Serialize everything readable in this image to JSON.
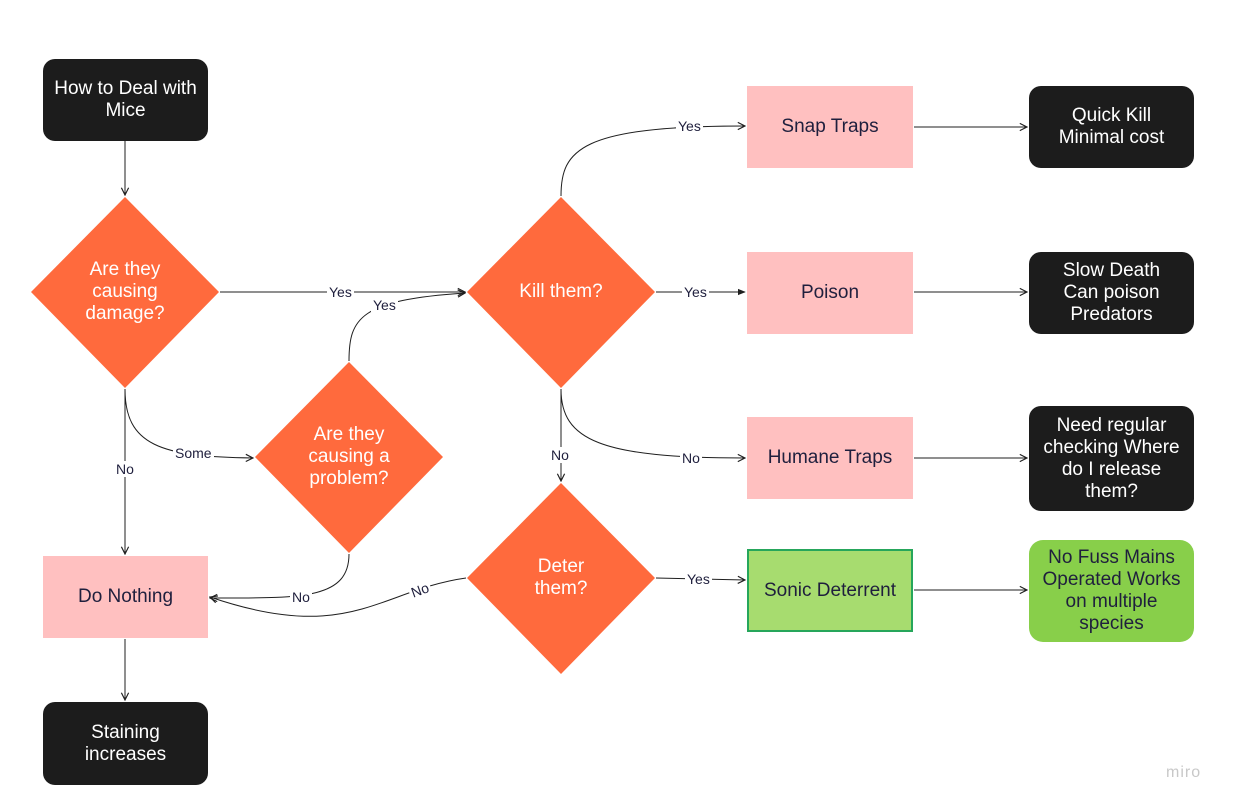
{
  "nodes": {
    "start": "How to Deal with Mice",
    "q_damage": "Are they causing damage?",
    "q_problem": "Are they causing a problem?",
    "q_kill": "Kill them?",
    "q_deter": "Deter them?",
    "snap_traps": "Snap Traps",
    "poison": "Poison",
    "humane_traps": "Humane Traps",
    "sonic_deterrent": "Sonic Deterrent",
    "do_nothing": "Do Nothing",
    "out_snap": "Quick Kill Minimal cost",
    "out_poison": "Slow Death Can poison Predators",
    "out_humane": "Need regular checking Where do I release them?",
    "out_sonic": "No Fuss Mains Operated Works on multiple species",
    "out_nothing": "Staining increases"
  },
  "edge_labels": {
    "damage_yes": "Yes",
    "damage_some": "Some",
    "damage_no": "No",
    "problem_yes": "Yes",
    "problem_no": "No",
    "kill_yes_snap": "Yes",
    "kill_yes_poison": "Yes",
    "kill_no_humane": "No",
    "kill_no_deter": "No",
    "deter_yes": "Yes",
    "deter_no": "No"
  },
  "branding": {
    "logo": "miro"
  },
  "colors": {
    "diamond": "#ff6a3d",
    "dark_box": "#1c1c1c",
    "pink_box": "#ffc0c0",
    "green_box": "#a7dc6f",
    "green_outcome": "#88cf4a",
    "edge": "#1f1f1f"
  }
}
